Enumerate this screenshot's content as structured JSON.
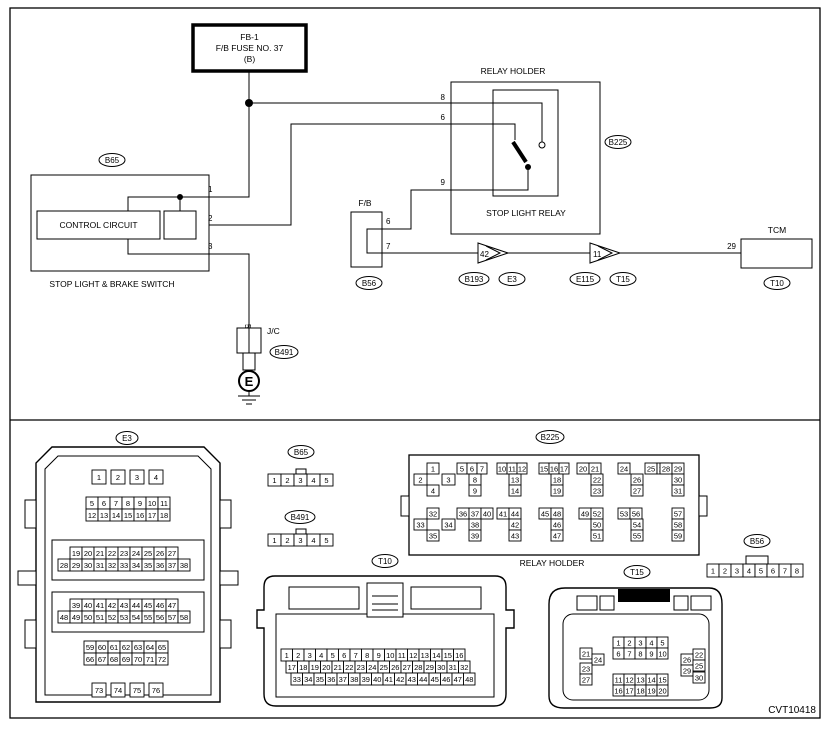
{
  "fuse": {
    "line1": "FB-1",
    "line2": "F/B FUSE NO. 37",
    "line3": "(B)"
  },
  "relay_holder_title": "RELAY HOLDER",
  "stop_light_relay": "STOP LIGHT RELAY",
  "control_circuit": "CONTROL CIRCUIT",
  "switch_caption": "STOP LIGHT & BRAKE SWITCH",
  "fb_label": "F/B",
  "tcm_label": "TCM",
  "jc_label": "J/C",
  "ground_label": "E",
  "callouts": {
    "b65": "B65",
    "b225": "B225",
    "b56": "B56",
    "b193": "B193",
    "e3": "E3",
    "e115": "E115",
    "t15": "T15",
    "t10": "T10",
    "b491": "B491"
  },
  "pins": {
    "relay_8": "8",
    "relay_6": "6",
    "relay_9": "9",
    "sw_1": "1",
    "sw_2": "2",
    "sw_3": "3",
    "fb_6": "6",
    "fb_7": "7",
    "conn_42": "42",
    "conn_11": "11",
    "tcm_29": "29",
    "jc_5": "5"
  },
  "lower": {
    "e3_title": "E3",
    "b65_title": "B65",
    "b491_title": "B491",
    "b225_title": "B225",
    "relay_holder_caption": "RELAY HOLDER",
    "t10_title": "T10",
    "t15_title": "T15",
    "b56_title": "B56"
  },
  "e3_rows": [
    [
      "1",
      "2",
      "3",
      "4"
    ],
    [
      "5",
      "6",
      "7",
      "8",
      "9",
      "10",
      "11"
    ],
    [
      "12",
      "13",
      "14",
      "15",
      "16",
      "17",
      "18"
    ],
    [
      "19",
      "20",
      "21",
      "22",
      "23",
      "24",
      "25",
      "26",
      "27"
    ],
    [
      "28",
      "29",
      "30",
      "31",
      "32",
      "33",
      "34",
      "35",
      "36",
      "37",
      "38"
    ],
    [
      "39",
      "40",
      "41",
      "42",
      "43",
      "44",
      "45",
      "46",
      "47"
    ],
    [
      "48",
      "49",
      "50",
      "51",
      "52",
      "53",
      "54",
      "55",
      "56",
      "57",
      "58"
    ],
    [
      "59",
      "60",
      "61",
      "62",
      "63",
      "64",
      "65"
    ],
    [
      "66",
      "67",
      "68",
      "69",
      "70",
      "71",
      "72"
    ],
    [
      "73",
      "74",
      "75",
      "76"
    ]
  ],
  "b65_pins": [
    "1",
    "2",
    "3",
    "4",
    "5"
  ],
  "b491_pins": [
    "1",
    "2",
    "3",
    "4",
    "5"
  ],
  "b56_pins": [
    "1",
    "2",
    "3",
    "4",
    "5",
    "6",
    "7",
    "8"
  ],
  "t10_rows": [
    [
      "1",
      "2",
      "3",
      "4",
      "5",
      "6",
      "7",
      "8",
      "9",
      "10",
      "11",
      "12",
      "13",
      "14",
      "15",
      "16"
    ],
    [
      "17",
      "18",
      "19",
      "20",
      "21",
      "22",
      "23",
      "24",
      "25",
      "26",
      "27",
      "28",
      "29",
      "30",
      "31",
      "32"
    ],
    [
      "33",
      "34",
      "35",
      "36",
      "37",
      "38",
      "39",
      "40",
      "41",
      "42",
      "43",
      "44",
      "45",
      "46",
      "47",
      "48"
    ]
  ],
  "t15_center_rows": [
    [
      "1",
      "2",
      "3",
      "4",
      "5"
    ],
    [
      "6",
      "7",
      "8",
      "9",
      "10"
    ],
    [
      "11",
      "12",
      "13",
      "14",
      "15"
    ],
    [
      "16",
      "17",
      "18",
      "19",
      "20"
    ]
  ],
  "t15_left": [
    "21",
    "24",
    "23",
    "27"
  ],
  "t15_right": [
    "22",
    "26",
    "25",
    "29",
    "30"
  ],
  "b225_blocks": [
    [
      "1",
      "2",
      "3",
      "4"
    ],
    [
      "5",
      "6",
      "7",
      "8",
      "9"
    ],
    [
      "10",
      "11",
      "12",
      "13",
      "14"
    ],
    [
      "15",
      "16",
      "17",
      "18",
      "19"
    ],
    [
      "20",
      "21",
      "22",
      "23"
    ],
    [
      "24",
      "25",
      "26",
      "27"
    ],
    [
      "28",
      "29",
      "30",
      "31"
    ],
    [
      "32",
      "33",
      "34",
      "35"
    ],
    [
      "36",
      "37",
      "38",
      "39"
    ],
    [
      "40",
      "41",
      "42",
      "43"
    ],
    [
      "44",
      "45",
      "46",
      "47"
    ],
    [
      "48",
      "49",
      "50",
      "51"
    ],
    [
      "52",
      "53",
      "54",
      "55"
    ],
    [
      "56",
      "57",
      "58",
      "59"
    ]
  ],
  "figure_code": "CVT10418"
}
